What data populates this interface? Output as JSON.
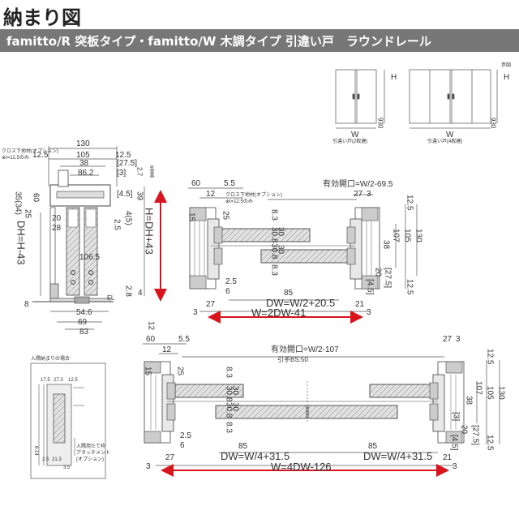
{
  "title": "納まり図",
  "banner": "famitto/R 突板タイプ・famitto/W 木調タイプ 引違い戸　ラウンドレール",
  "reference": {
    "label": "参図",
    "two": {
      "w": "W",
      "h": "H",
      "v930": "930",
      "caption": "引違い戸(2枚建)"
    },
    "four": {
      "w": "W",
      "h": "H",
      "v930": "930",
      "caption": "引違い戸(4枚建)"
    }
  },
  "section": {
    "cross_label": "クロス下地材(オプション)",
    "cross_note": "※t=12.5のみ",
    "dims": {
      "d130": "130",
      "d12_5a": "12.5",
      "d105": "105",
      "d12_5b": "12.5",
      "d38": "38",
      "d27_5": "[27.5]",
      "d86_2": "86.2",
      "d3": "[3]",
      "d2_7": "2.7",
      "d6a": "6金具",
      "d4_5": "[4.5]",
      "d39": "39",
      "d35_34": "35(34)",
      "d25": "25",
      "d60": "60",
      "d20": "20",
      "d28": "28",
      "d2_5": "2.5",
      "d4_5b": "4(5)",
      "d106_5": "106.5",
      "d2_8": "2.8",
      "d4": "4",
      "d8": "8",
      "d12": "12",
      "fl": "FL",
      "d54_6": "54.6",
      "d69": "69",
      "d83": "83",
      "dh": "DH=H-43",
      "h": "H=DH+43"
    }
  },
  "plan2": {
    "d60": "60",
    "d5_5": "5.5",
    "d12": "12",
    "cross_label": "クロス下地材(オプション)",
    "cross_note": "※t=12.5のみ",
    "opening": "有効開口=W/2-69.5",
    "d27": "27",
    "d3t": "3",
    "d12_5": "12.5",
    "d8_3a": "8.3",
    "d30_8a": "30.8",
    "d30a": "30",
    "d30b": "30",
    "d30_8b": "30.8",
    "d8_3b": "8.3",
    "d15": "15",
    "d25": "25",
    "d2_5": "2.5",
    "d6": "6",
    "d85": "85",
    "dw_expr": "DW=W/2+20.5",
    "d38": "38",
    "d107": "107",
    "d105": "105",
    "d130": "130",
    "d20": "20",
    "d27_5": "[27.5]",
    "d4_5": "[4.5]",
    "d21": "21",
    "d3a": "3",
    "d27b": "27",
    "w_expr": "W=2DW-41",
    "d3b": "3"
  },
  "plan4": {
    "d60": "60",
    "d5_5": "5.5",
    "d12": "12",
    "opening": "有効開口=W/2-107",
    "pull": "引手BS:50",
    "d27": "27",
    "d3t": "3",
    "d12_5": "12.5",
    "d25": "25",
    "d15": "15",
    "d8_3a": "8.3",
    "d30_8a": "30.8",
    "d30a": "30",
    "d30b": "30",
    "d30_8b": "30.8",
    "d8_3b": "8.3",
    "d2_5": "2.5",
    "d6": "6",
    "d85a": "85",
    "dw_a": "DW=W/4+31.5",
    "d85b": "85",
    "dw_b": "DW=W/4+31.5",
    "d38": "38",
    "d107": "107",
    "d105": "105",
    "d130": "130",
    "d3": "[3]",
    "d20": "20",
    "d27_5": "[27.5]",
    "d4_5": "[4.5]",
    "d21": "21",
    "d3a": "3",
    "d27b": "27",
    "w_expr": "W=4DW-126",
    "d3b": "3"
  },
  "inset": {
    "title": "入隅納まりの場合",
    "d17_5": "17.5",
    "d27_3": "27.3",
    "d12_5": "12.5",
    "d6_14": "6.14",
    "d2_5": "2.5",
    "d21_3": "21.3",
    "d3_5": "3.5",
    "note1": "入隅用たて枠",
    "note2": "アタッチメント",
    "note3": "(オプション)"
  },
  "colors": {
    "accent_red": "#d8141c",
    "banner": "#777777"
  }
}
